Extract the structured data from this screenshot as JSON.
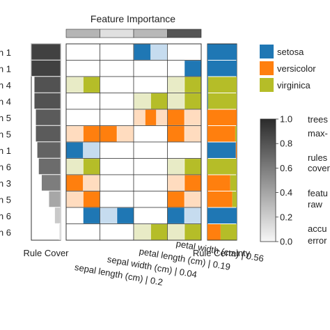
{
  "chart_data": {
    "type": "heatmap",
    "title": "Feature Importance",
    "left_panel_label": "Rule Cover",
    "right_panel_label": "Rule Certainty",
    "classes": [
      {
        "name": "setosa",
        "color": "#1f77b4"
      },
      {
        "name": "versicolor",
        "color": "#ff7f0e"
      },
      {
        "name": "virginica",
        "color": "#b5bd28"
      }
    ],
    "features": [
      "sepal length (cm) | 0.2",
      "sepal width (cm) | 0.04",
      "petal length (cm) | 0.19",
      "petal width (cm) | 0.56"
    ],
    "feature_labels_visible": [
      "sepal length (cm) | 0.2",
      "sepal width (cm) | 0.04",
      "petal length (cm) | 0.19",
      "petal width (cm) | 0.56"
    ],
    "rule_labels": [
      "n 1",
      "n 1",
      "n 4",
      "n 4",
      "n 5",
      "n 5",
      "n 1",
      "n 6",
      "n 3",
      "n 5",
      "n 6",
      "n 6"
    ],
    "rule_cover": [
      1.0,
      1.0,
      0.9,
      0.9,
      0.85,
      0.85,
      0.8,
      0.75,
      0.65,
      0.4,
      0.2,
      0.05
    ],
    "feature_importance": [
      0.2,
      0.04,
      0.19,
      0.56
    ],
    "rule_certainty": [
      [
        1.0,
        0,
        0
      ],
      [
        1.0,
        0,
        0
      ],
      [
        0.02,
        0,
        0.98
      ],
      [
        0.02,
        0,
        0.98
      ],
      [
        0,
        1.0,
        0
      ],
      [
        0,
        0.95,
        0.05
      ],
      [
        0.97,
        0.03,
        0
      ],
      [
        0,
        0,
        1.0
      ],
      [
        0,
        0.78,
        0.22
      ],
      [
        0,
        0.85,
        0.15
      ],
      [
        1.0,
        0,
        0
      ],
      [
        0,
        0.45,
        0.55
      ]
    ],
    "colorbar": {
      "ticks": [
        "0.0",
        "0.2",
        "0.4",
        "0.6",
        "0.8",
        "1.0"
      ],
      "range": [
        0,
        1
      ],
      "labels": [
        "trees",
        "max-",
        "rules",
        "cover",
        "featu",
        "raw",
        "accu",
        "error"
      ]
    },
    "cells": [
      [
        [],
        [],
        [
          {
            "c": "#1f77b4",
            "o": 1
          },
          {
            "c": "#c6dcef",
            "o": 1
          }
        ],
        []
      ],
      [
        [],
        [],
        [],
        [
          {
            "c": "#ffffff",
            "o": 1
          },
          {
            "c": "#1f77b4",
            "o": 1
          }
        ]
      ],
      [
        [
          {
            "c": "#e8ebc6",
            "o": 1
          },
          {
            "c": "#b5bd28",
            "o": 1
          }
        ],
        [],
        [],
        [
          {
            "c": "#e8ebc6",
            "o": 1
          },
          {
            "c": "#b5bd28",
            "o": 1
          }
        ]
      ],
      [
        [],
        [],
        [
          {
            "c": "#e8ebc6",
            "o": 1
          },
          {
            "c": "#b5bd28",
            "o": 1
          }
        ],
        [
          {
            "c": "#e8ebc6",
            "o": 1
          },
          {
            "c": "#b5bd28",
            "o": 1
          }
        ]
      ],
      [
        [],
        [],
        [
          {
            "c": "#ffdcbf",
            "o": 1
          },
          {
            "c": "#ff7f0e",
            "o": 1
          },
          {
            "c": "#ffdcbf",
            "o": 1
          }
        ],
        [
          {
            "c": "#ff7f0e",
            "o": 1
          },
          {
            "c": "#ffdcbf",
            "o": 1
          }
        ]
      ],
      [
        [
          {
            "c": "#ffdcbf",
            "o": 1
          },
          {
            "c": "#ff7f0e",
            "o": 1
          }
        ],
        [
          {
            "c": "#ff7f0e",
            "o": 1
          },
          {
            "c": "#ffdcbf",
            "o": 1
          }
        ],
        [],
        [
          {
            "c": "#ff7f0e",
            "o": 1
          },
          {
            "c": "#ffdcbf",
            "o": 1
          }
        ]
      ],
      [
        [
          {
            "c": "#1f77b4",
            "o": 1
          },
          {
            "c": "#c6dcef",
            "o": 1
          }
        ],
        [],
        [],
        []
      ],
      [
        [
          {
            "c": "#e8ebc6",
            "o": 1
          },
          {
            "c": "#b5bd28",
            "o": 1
          }
        ],
        [],
        [],
        [
          {
            "c": "#e8ebc6",
            "o": 1
          },
          {
            "c": "#b5bd28",
            "o": 1
          }
        ]
      ],
      [
        [
          {
            "c": "#ff7f0e",
            "o": 1
          },
          {
            "c": "#ffdcbf",
            "o": 1
          }
        ],
        [],
        [],
        [
          {
            "c": "#ffdcbf",
            "o": 1
          },
          {
            "c": "#ff7f0e",
            "o": 1
          }
        ]
      ],
      [
        [
          {
            "c": "#ffdcbf",
            "o": 1
          },
          {
            "c": "#ff7f0e",
            "o": 1
          }
        ],
        [],
        [],
        [
          {
            "c": "#ff7f0e",
            "o": 1
          },
          {
            "c": "#ffdcbf",
            "o": 1
          }
        ]
      ],
      [
        [
          {
            "c": "#ffffff",
            "o": 1
          },
          {
            "c": "#1f77b4",
            "o": 1
          }
        ],
        [
          {
            "c": "#c6dcef",
            "o": 1
          },
          {
            "c": "#1f77b4",
            "o": 1
          }
        ],
        [],
        [
          {
            "c": "#1f77b4",
            "o": 1
          },
          {
            "c": "#c6dcef",
            "o": 1
          }
        ]
      ],
      [
        [],
        [],
        [
          {
            "c": "#e8ebc6",
            "o": 1
          },
          {
            "c": "#b5bd28",
            "o": 1
          }
        ],
        [
          {
            "c": "#e8ebc6",
            "o": 1
          },
          {
            "c": "#b5bd28",
            "o": 1
          }
        ]
      ]
    ]
  }
}
